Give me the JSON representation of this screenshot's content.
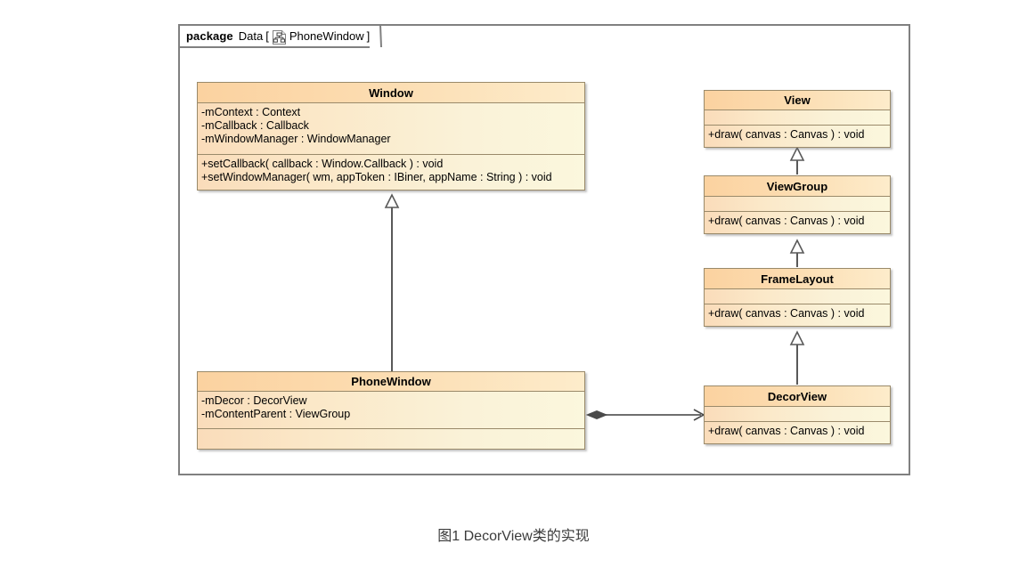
{
  "package": {
    "keyword": "package",
    "name": "Data",
    "bracket_open": "[",
    "bracket_close": "]",
    "diagram_label": "PhoneWindow",
    "icon": "class-diagram-icon"
  },
  "classes": {
    "window": {
      "name": "Window",
      "attributes": [
        "-mContext : Context",
        "-mCallback : Callback",
        "-mWindowManager : WindowManager"
      ],
      "operations": [
        "+setCallback( callback : Window.Callback ) : void",
        "+setWindowManager( wm, appToken : IBiner, appName : String ) : void"
      ]
    },
    "phonewindow": {
      "name": "PhoneWindow",
      "attributes": [
        "-mDecor : DecorView",
        "-mContentParent : ViewGroup"
      ],
      "operations": []
    },
    "view": {
      "name": "View",
      "attributes": [],
      "operations": [
        "+draw( canvas : Canvas ) : void"
      ]
    },
    "viewgroup": {
      "name": "ViewGroup",
      "attributes": [],
      "operations": [
        "+draw( canvas : Canvas ) : void"
      ]
    },
    "framelayout": {
      "name": "FrameLayout",
      "attributes": [],
      "operations": [
        "+draw( canvas : Canvas ) : void"
      ]
    },
    "decorview": {
      "name": "DecorView",
      "attributes": [],
      "operations": [
        "+draw( canvas : Canvas ) : void"
      ]
    }
  },
  "relations": [
    {
      "type": "generalization",
      "from": "PhoneWindow",
      "to": "Window"
    },
    {
      "type": "generalization",
      "from": "ViewGroup",
      "to": "View"
    },
    {
      "type": "generalization",
      "from": "FrameLayout",
      "to": "ViewGroup"
    },
    {
      "type": "generalization",
      "from": "DecorView",
      "to": "FrameLayout"
    },
    {
      "type": "composition",
      "from": "PhoneWindow",
      "to": "DecorView"
    }
  ],
  "caption": "图1 DecorView类的实现",
  "colors": {
    "header_fill": "#FBD2A0",
    "body_fill_left": "#FADCBA",
    "body_fill_right": "#FBF7DD",
    "border": "#9A8A6A",
    "frame_border": "#808080",
    "connector": "#595959",
    "caption_text": "#3B3B3B"
  }
}
